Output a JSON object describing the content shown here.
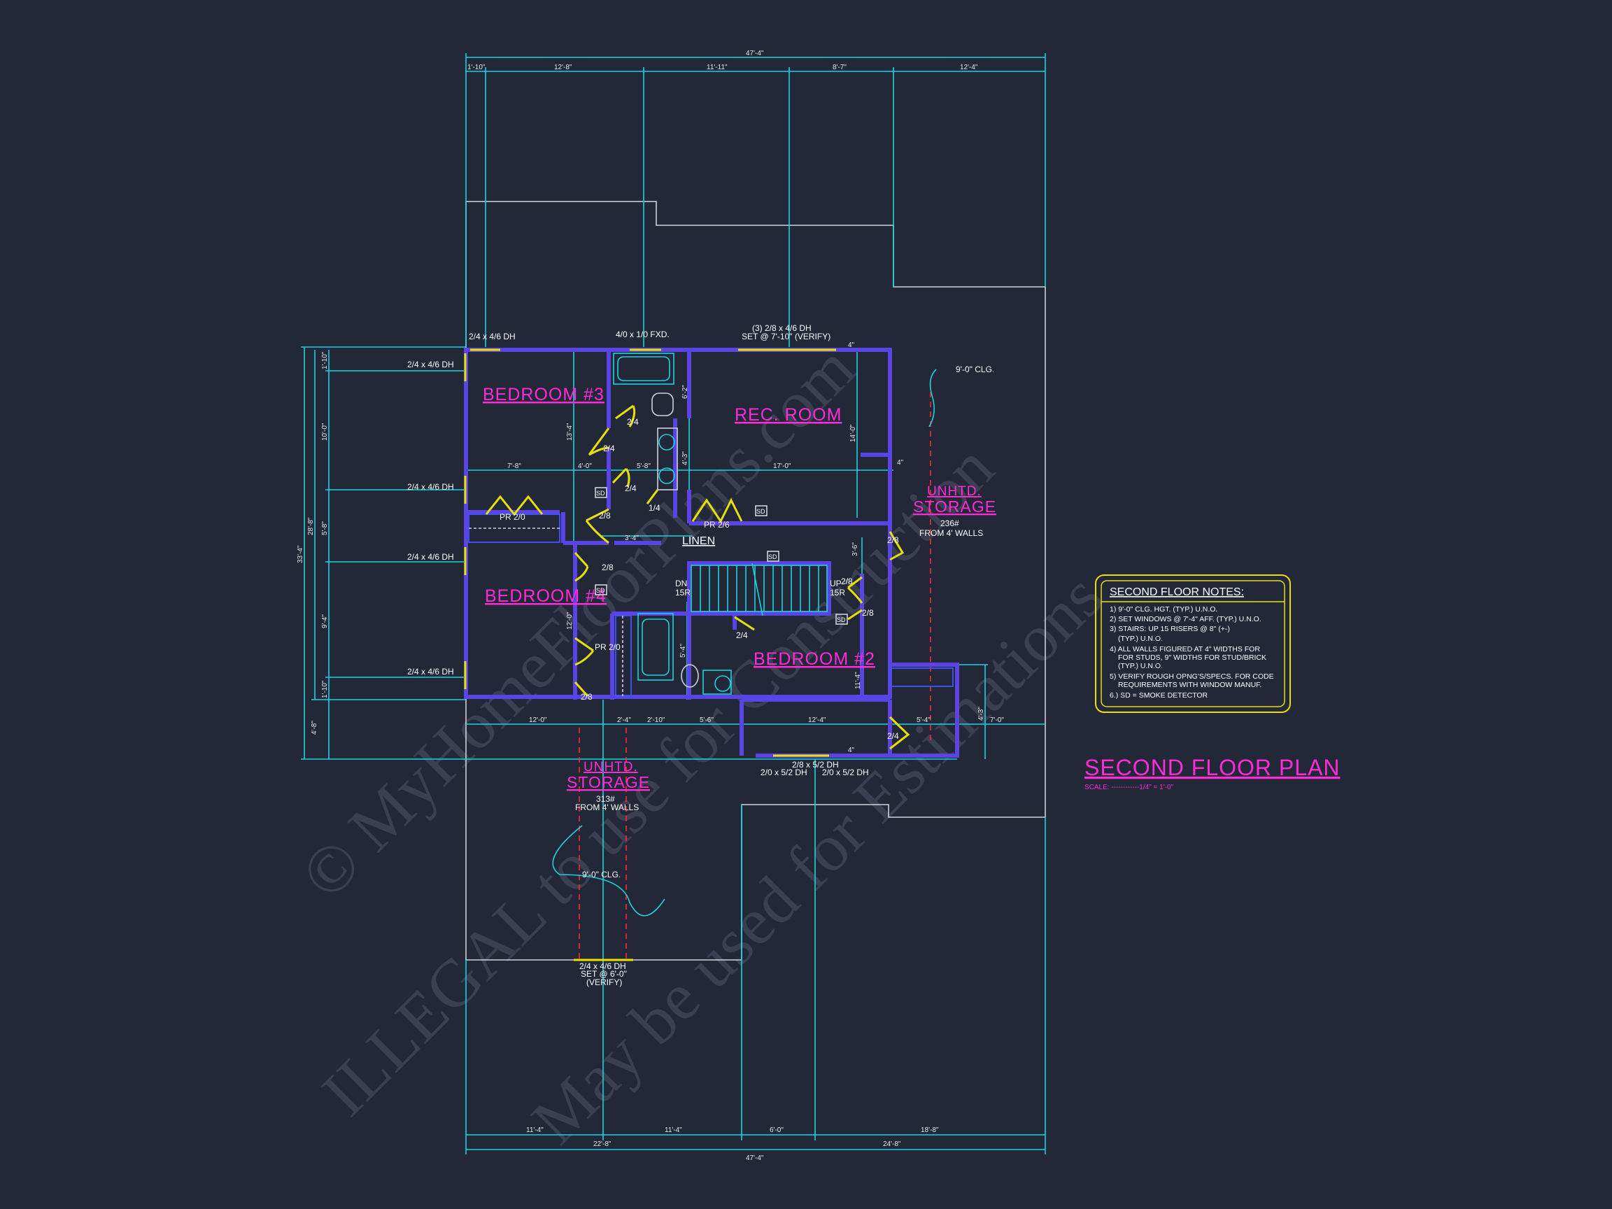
{
  "rooms": {
    "bedroom3": "BEDROOM #3",
    "bedroom4": "BEDROOM #4",
    "bedroom2": "BEDROOM #2",
    "rec_room": "REC. ROOM",
    "linen": "LINEN"
  },
  "storage_east": {
    "line1": "UNHTD.",
    "line2": "STORAGE",
    "area": "236#",
    "from": "FROM 4' WALLS"
  },
  "storage_south": {
    "line1": "UNHTD.",
    "line2": "STORAGE",
    "area": "313#",
    "from": "FROM 4' WALLS"
  },
  "ceiling": {
    "east": "9'-0\" CLG.",
    "south": "9'-0\" CLG."
  },
  "windows": {
    "nw_top": "2/4 x 4/6 DH",
    "w1": "2/4 x 4/6 DH",
    "w2": "2/4 x 4/6 DH",
    "w3": "2/4 x 4/6 DH",
    "w4": "2/4 x 4/6 DH",
    "bath_top": "4/0 x 1/0 FXD.",
    "rec_top_1": "(3) 2/8 x 4/6 DH",
    "rec_top_2": "SET @ 7'-10\" (VERIFY)",
    "bed2_bottom": "2/8 x 5/2 DH",
    "bed2_bottom_l": "2/0 x 5/2 DH",
    "bed2_bottom_r": "2/0 x 5/2 DH",
    "south_1": "2/4 x 4/6 DH",
    "south_2": "SET @ 6'-0\"",
    "south_3": "(VERIFY)"
  },
  "doors": {
    "d1": "2/4",
    "d2": "2/4",
    "d3": "2/4",
    "d4": "1/4",
    "d5": "2/8",
    "d6": "2/8",
    "d7": "2/8",
    "d8": "2/8",
    "d9": "2/4",
    "d10": "2/8",
    "d11": "2/8",
    "d12": "2/4"
  },
  "closets": {
    "pr1": "PR 2/0",
    "pr2": "PR 2/6",
    "pr3": "PR 2/0"
  },
  "stairs": {
    "dn": "DN",
    "dn_risers": "15R",
    "up": "UP",
    "up_risers": "15R"
  },
  "smoke": {
    "sd1": "SD",
    "sd2": "SD",
    "sd3": "SD",
    "sd4": "SD",
    "sd5": "SD"
  },
  "dims_top": {
    "overall": "47'-4\"",
    "a": "1'-10\"",
    "b": "12'-8\"",
    "c": "11'-11\"",
    "d": "8'-7\"",
    "e": "12'-4\""
  },
  "dims_bottom": {
    "overall": "47'-4\"",
    "a": "11'-4\"",
    "b": "11'-4\"",
    "c": "6'-0\"",
    "d": "18'-8\"",
    "e": "22'-8\"",
    "f": "24'-8\""
  },
  "dims_left": {
    "overall": "33'-4\"",
    "sub": "28'-8\"",
    "a": "1'-10\"",
    "b": "10'-0\"",
    "c": "5'-8\"",
    "d": "9'-4\"",
    "e": "1'-10\"",
    "f": "4'-8\""
  },
  "dims_inner": {
    "i1": "7'-8\"",
    "i2": "4'-0\"",
    "i3": "5'-8\"",
    "i4": "17'-0\"",
    "i5": "4\"",
    "i6": "3'-4\"",
    "i7": "12'-0\"",
    "i8": "2'-4\"",
    "i9": "2'-10\"",
    "i10": "5'-6\"",
    "i11": "12'-4\"",
    "i12": "5'-4\"",
    "i13": "7'-0\"",
    "i14": "13'-4\"",
    "i15": "14'-0\"",
    "i16": "12'-0\"",
    "i17": "11'-4\"",
    "i18": "4\"",
    "i19": "6'-2\"",
    "i20": "5'-4\"",
    "i21": "3'-6\"",
    "i22": "4'-3\"",
    "i23": "4'-3\"",
    "i24": "4\""
  },
  "notes": {
    "title": "SECOND FLOOR NOTES:",
    "items": [
      "1) 9'-0\" CLG. HGT. (TYP.) U.N.O.",
      "2) SET WINDOWS @ 7'-4\" AFF. (TYP.) U.N.O.",
      "3) STAIRS: UP 15 RISERS @ 8\" (+-)",
      "(TYP.) U.N.O.",
      "4) ALL WALLS FIGURED AT 4\" WIDTHS FOR",
      "FOR STUDS, 9\" WIDTHS FOR STUD/BRICK",
      "(TYP.) U.N.O.",
      "5) VERIFY ROUGH OPNG'S/SPECS. FOR CODE",
      "REQUIREMENTS WITH WINDOW MANUF.",
      "6.) SD = SMOKE DETECTOR"
    ]
  },
  "plan_title": "SECOND FLOOR PLAN",
  "scale": "SCALE: ------------1/4\" = 1'-0\"",
  "watermark": {
    "line1": "© MyHomeFloorPlans.com",
    "line2": "ILLEGAL to use for Construction",
    "line3": "May be used for Estimations"
  },
  "colors": {
    "background": "#232838",
    "wall": "#5a44e6",
    "dimension": "#19d3e0",
    "room_label": "#ff2bd6",
    "window": "#e8e000"
  }
}
